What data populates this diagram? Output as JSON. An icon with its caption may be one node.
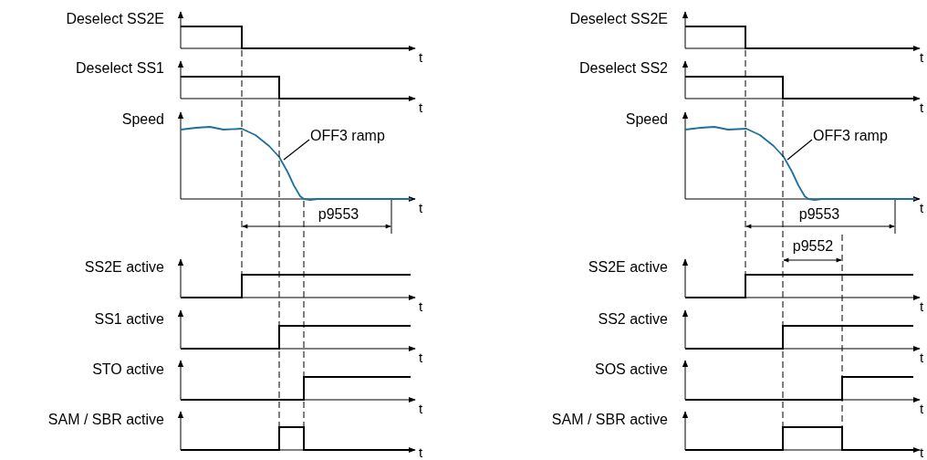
{
  "diagram": {
    "nodes": [
      {
        "text": [
          "OFF3 ramp"
        ]
      },
      {
        "text": [
          "OFF3 ramp"
        ]
      }
    ],
    "edges": [
      {
        "from": 0,
        "to": null,
        "arrow": "none"
      },
      {
        "from": 1,
        "to": null,
        "arrow": "none"
      }
    ],
    "labels": [
      "Deselect SS2E",
      "t",
      "Deselect SS1",
      "t",
      "Speed",
      "t",
      "p9553",
      "SS2E active",
      "t",
      "SS1 active",
      "t",
      "STO active",
      "t",
      "SAM / SBR active",
      "t",
      "Deselect SS2E",
      "t",
      "Deselect SS2",
      "t",
      "Speed",
      "t",
      "p9553",
      "p9552",
      "SS2E active",
      "t",
      "SS2 active",
      "t",
      "SOS active",
      "t",
      "SAM / SBR active",
      "t"
    ]
  }
}
